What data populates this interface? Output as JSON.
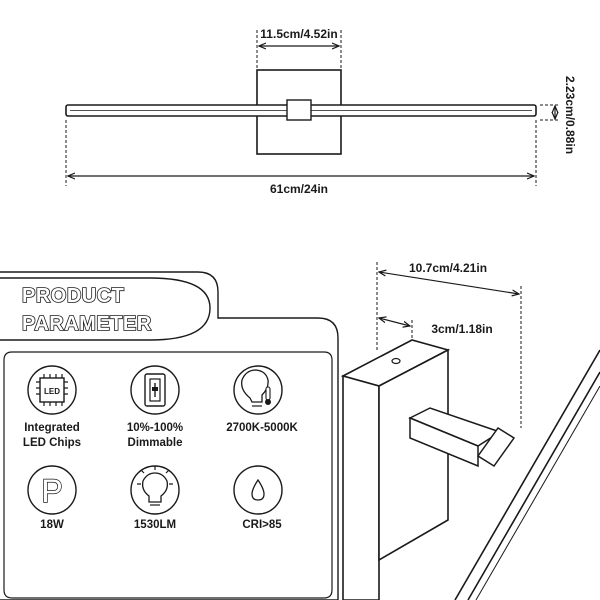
{
  "dimensions": {
    "base_width": "11.5cm/4.52in",
    "bar_height": "2.23cm/0.88in",
    "total_length": "61cm/24in",
    "arm_length": "10.7cm/4.21in",
    "arm_width": "3cm/1.18in"
  },
  "product_parameter": {
    "title_line1": "PRODUCT",
    "title_line2": "PARAMETER",
    "items": [
      {
        "icon": "led-chip-icon",
        "icon_text": "LED",
        "label_line1": "Integrated",
        "label_line2": "LED Chips"
      },
      {
        "icon": "dimmer-icon",
        "label_line1": "10%-100%",
        "label_line2": "Dimmable"
      },
      {
        "icon": "bulb-temperature-icon",
        "label_line1": "2700K-5000K",
        "label_line2": ""
      },
      {
        "icon": "power-p-icon",
        "icon_text": "P",
        "label_line1": "18W",
        "label_line2": ""
      },
      {
        "icon": "lumen-bulb-icon",
        "label_line1": "1530LM",
        "label_line2": ""
      },
      {
        "icon": "cri-drop-icon",
        "label_line1": "CRI>85",
        "label_line2": ""
      }
    ]
  }
}
